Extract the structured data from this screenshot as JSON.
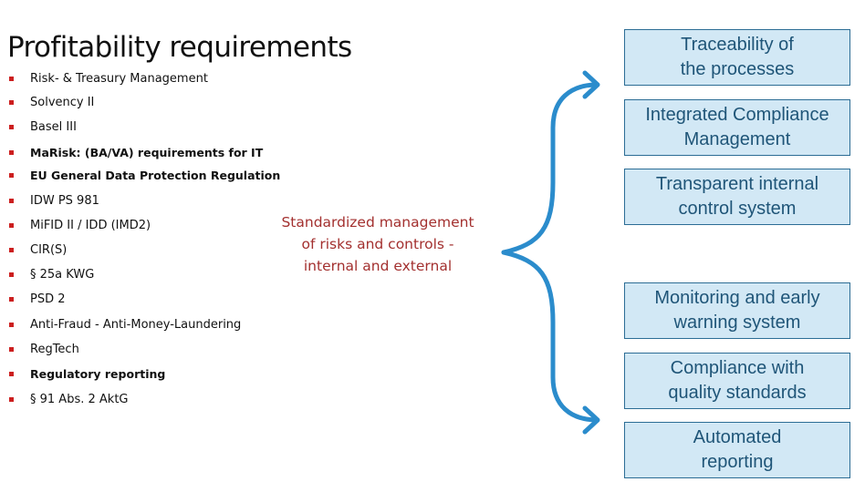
{
  "title": "Profitability requirements",
  "requirements": [
    {
      "label": "Risk- & Treasury Management",
      "bold": false
    },
    {
      "label": "Solvency II",
      "bold": false
    },
    {
      "label": "Basel III",
      "bold": false
    },
    {
      "label": "MaRisk: (BA/VA) requirements for IT",
      "bold": true
    },
    {
      "label": "EU General Data Protection Regulation",
      "bold": true
    },
    {
      "label": "IDW PS 981",
      "bold": false
    },
    {
      "label": "MiFID II / IDD (IMD2)",
      "bold": false
    },
    {
      "label": "CIR(S)",
      "bold": false
    },
    {
      "label": "§ 25a KWG",
      "bold": false
    },
    {
      "label": "PSD 2",
      "bold": false
    },
    {
      "label": "Anti-Fraud - Anti-Money-Laundering",
      "bold": false
    },
    {
      "label": "RegTech",
      "bold": false
    },
    {
      "label": "Regulatory reporting",
      "bold": true
    },
    {
      "label": "§ 91 Abs. 2 AktG",
      "bold": false
    }
  ],
  "center_label": "Standardized management\nof risks and controls -\ninternal and external",
  "outcomes": [
    "Traceability of\nthe processes",
    "Integrated Compliance\nManagement",
    "Transparent internal\ncontrol system",
    "Monitoring and early\nwarning system",
    "Compliance with\nquality standards",
    "Automated\nreporting"
  ],
  "colors": {
    "bullet": "#cc1f1f",
    "center_text": "#a3302f",
    "brace": "#2b8ccc",
    "box_fill": "#d2e8f5",
    "box_border": "#2c6d95",
    "box_text": "#1f5578"
  }
}
